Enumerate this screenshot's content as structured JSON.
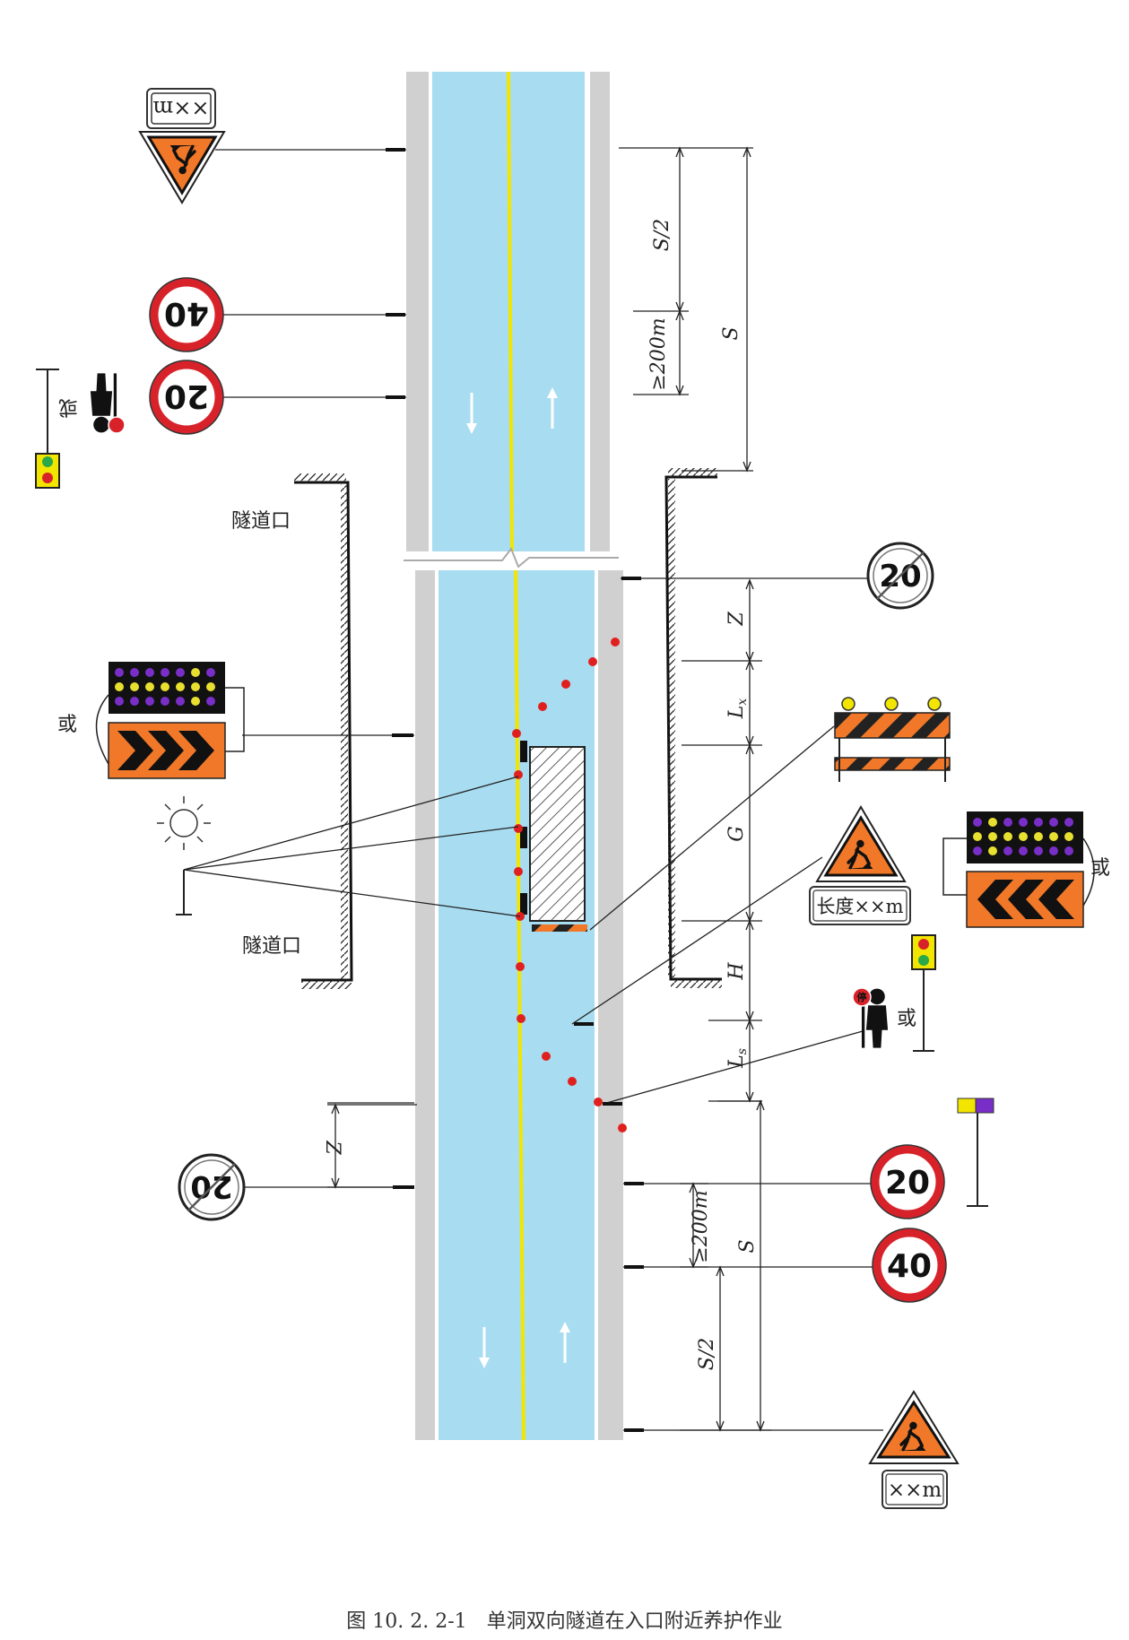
{
  "figure": {
    "caption": "图 10. 2. 2-1　单洞双向隧道在入口附近养护作业",
    "labels": {
      "tunnel_entrance_top": "隧道口",
      "tunnel_entrance_bottom": "隧道口",
      "or": "或"
    },
    "signs": {
      "distance_top": "××m",
      "distance_bottom": "××m",
      "length": "长度××m",
      "speed_40": "40",
      "speed_20": "20",
      "speed_limit_end_20": "20",
      "stop": "停"
    },
    "dimensions": {
      "s_half": "S/2",
      "s": "S",
      "min_200m": "≥200m",
      "z": "Z",
      "lx": "L",
      "lx_sub": "x",
      "g": "G",
      "h": "H",
      "ls": "L",
      "ls_sub": "s"
    },
    "colors": {
      "lane": "#a8dcf0",
      "shoulder": "#d0d0d0",
      "centerline": "#f2e600",
      "sign_orange": "#f07828",
      "sign_red": "#d8222a",
      "cone": "#e0201e"
    }
  }
}
